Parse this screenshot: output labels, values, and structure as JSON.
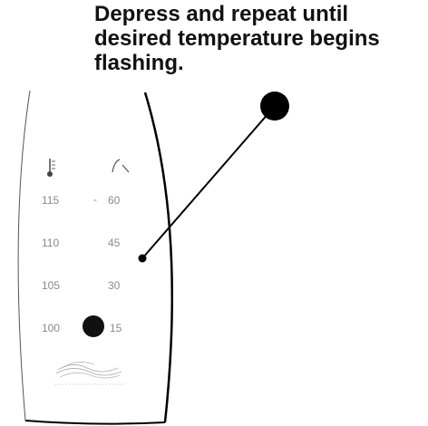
{
  "instruction": "Depress and repeat until desired temperature begins flashing.",
  "panel": {
    "icons": {
      "left": "thermometer-icon",
      "right": "clock-icon"
    },
    "rows": [
      {
        "left": "115",
        "right": "60"
      },
      {
        "left": "110",
        "right": "45"
      },
      {
        "left": "105",
        "right": "30"
      },
      {
        "left": "100",
        "right": "15"
      }
    ],
    "logo": "decorative-wave-logo",
    "colors": {
      "text": "#111111",
      "panel_line": "#000000",
      "labels": "#8a8a8a",
      "button": "#111111"
    }
  }
}
